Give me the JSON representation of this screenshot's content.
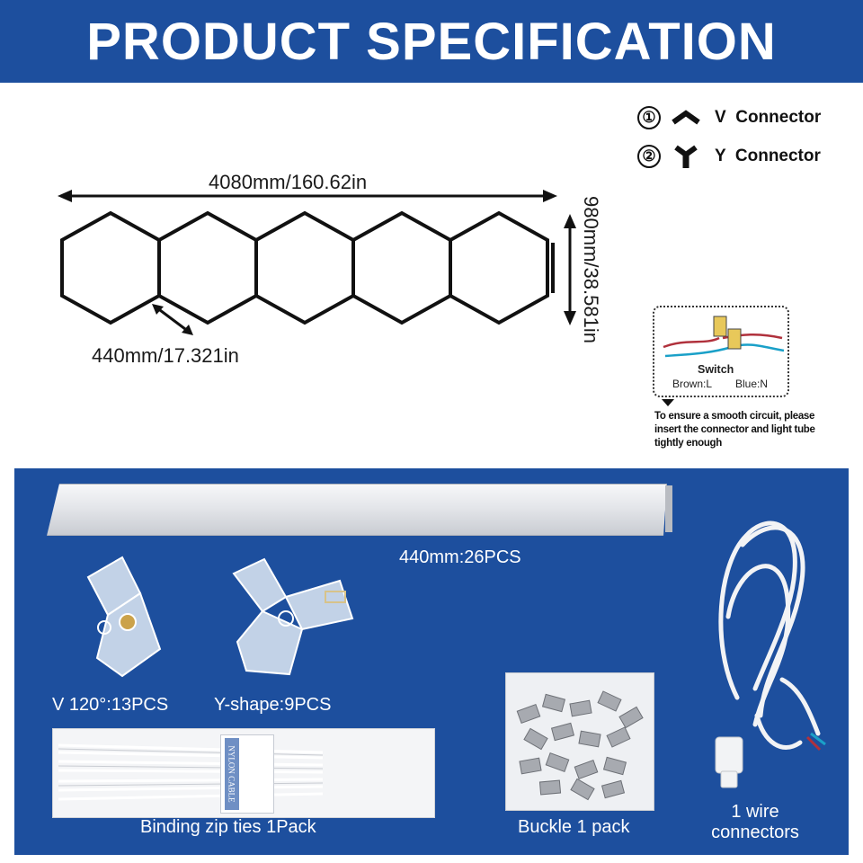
{
  "banner": {
    "title": "PRODUCT SPECIFICATION"
  },
  "legend": [
    {
      "number": "①",
      "icon": "v-connector-icon",
      "label": "V  Connector"
    },
    {
      "number": "②",
      "icon": "y-connector-icon",
      "label": "Y  Connector"
    }
  ],
  "dimensions": {
    "width": "4080mm/160.62in",
    "height": "980mm/38.581in",
    "side": "440mm/17.321in"
  },
  "wiring": {
    "switch_label": "Switch",
    "brown_label": "Brown:L",
    "blue_label": "Blue:N",
    "note": "To ensure a smooth circuit, please insert the connector and light tube tightly enough",
    "colors": {
      "brown": "#b0313c",
      "blue": "#1aa0c8"
    }
  },
  "parts": {
    "tube": "440mm:26PCS",
    "v_connector": "V 120°:13PCS",
    "y_connector": "Y-shape:9PCS",
    "zip_ties": "Binding zip ties 1Pack",
    "zip_tie_bag_text": "NYLON CABLE",
    "buckle": "Buckle 1 pack",
    "wire_line1": "1 wire",
    "wire_line2": "connectors"
  },
  "colors": {
    "banner": "#1d4f9e",
    "panel": "#1d4f9e",
    "text_on_blue": "#ffffff"
  }
}
